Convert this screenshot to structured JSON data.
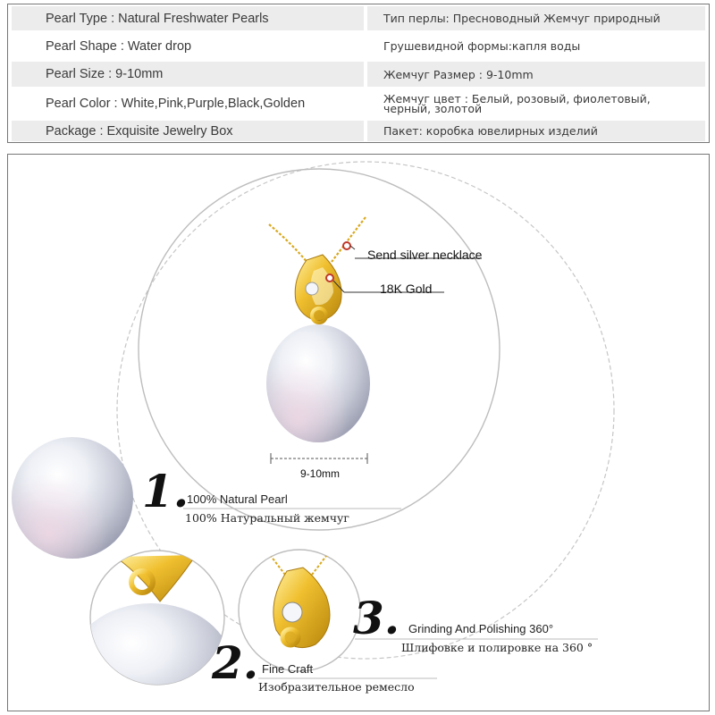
{
  "specs": [
    {
      "en": "Pearl Type : Natural Freshwater Pearls",
      "ru": "Тип перлы: Пресноводный Жемчуг природный"
    },
    {
      "en": "Pearl Shape : Water drop",
      "ru": "Грушевидной формы:капля воды"
    },
    {
      "en": "Pearl Size : 9-10mm",
      "ru": "Жемчуг Размер : 9-10mm"
    },
    {
      "en": "Pearl Color : White,Pink,Purple,Black,Golden",
      "ru": "Жемчуг цвет : Белый, розовый, фиолетовый, черный, золотой"
    },
    {
      "en": "Package : Exquisite Jewelry Box",
      "ru": "Пакет: коробка ювелирных изделий"
    }
  ],
  "callouts": {
    "chain": "Send silver necklace",
    "bail": "18K Gold",
    "size": "9-10mm"
  },
  "features": [
    {
      "number": "1.",
      "en": "100% Natural Pearl",
      "ru": "100% Натуральный жемчуг"
    },
    {
      "number": "2.",
      "en": "Fine Craft",
      "ru": "Изобразительное ремесло"
    },
    {
      "number": "3.",
      "en": "Grinding And Polishing 360°",
      "ru": "Шлифовке и полировке на 360 °"
    }
  ],
  "colors": {
    "gold": "#e8b820",
    "pearl": "#e4e6ee",
    "accent": "#c0392b"
  }
}
